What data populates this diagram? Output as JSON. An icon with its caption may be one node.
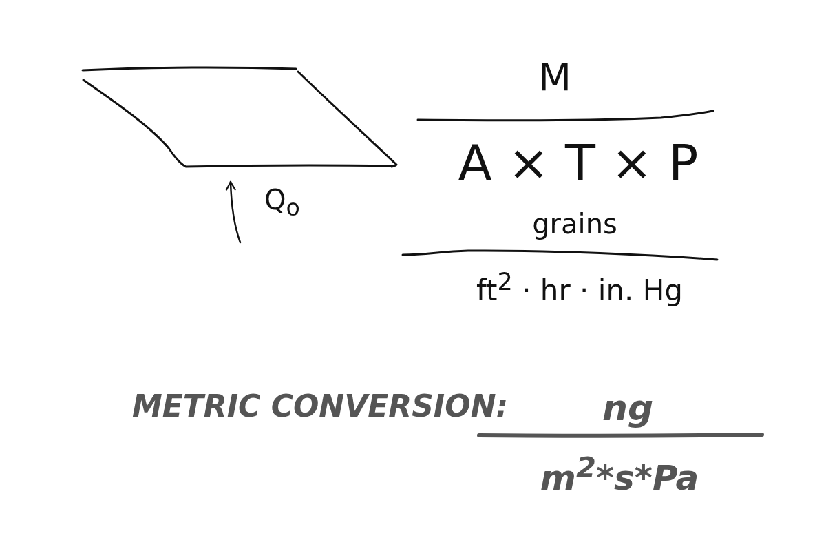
{
  "diagram": {
    "labels": [
      "Q$_{o}$",
      "M",
      "A × T × P",
      "grains",
      "ft$^{2}$ · hr · in. Hg",
      "METRIC CONVERSION:",
      "ng",
      "m$^{2}$*s*Pa"
    ]
  }
}
